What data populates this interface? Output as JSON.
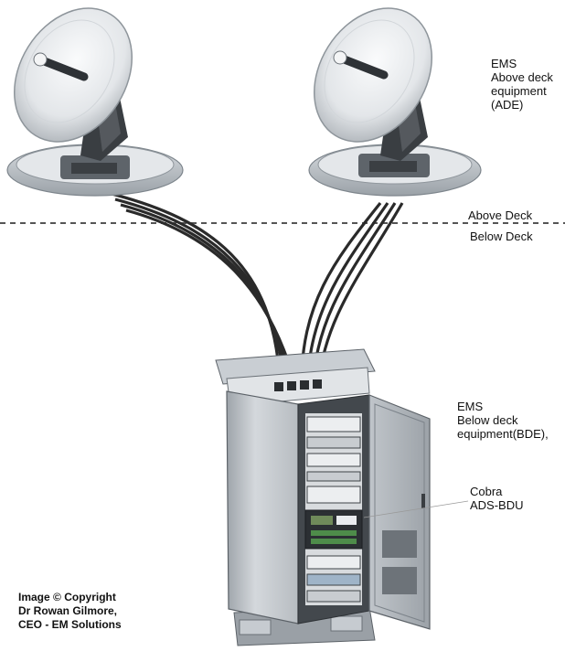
{
  "labels": {
    "ade": [
      "EMS",
      "Above deck",
      "equipment",
      "(ADE)"
    ],
    "above_deck": "Above Deck",
    "below_deck": "Below Deck",
    "bde": [
      "EMS",
      "Below deck",
      "equipment(BDE),"
    ],
    "cobra": [
      "Cobra",
      "ADS-BDU"
    ]
  },
  "copyright": [
    "Image © Copyright",
    "Dr Rowan Gilmore,",
    "CEO - EM Solutions"
  ],
  "colors": {
    "dish": "#e6e8ea",
    "dish_shadow": "#b9bec3",
    "cable": "#2a2a2a",
    "cabinet": "#cfd3d6",
    "cabinet_dark": "#6d7379",
    "deck_line": "#555555"
  }
}
